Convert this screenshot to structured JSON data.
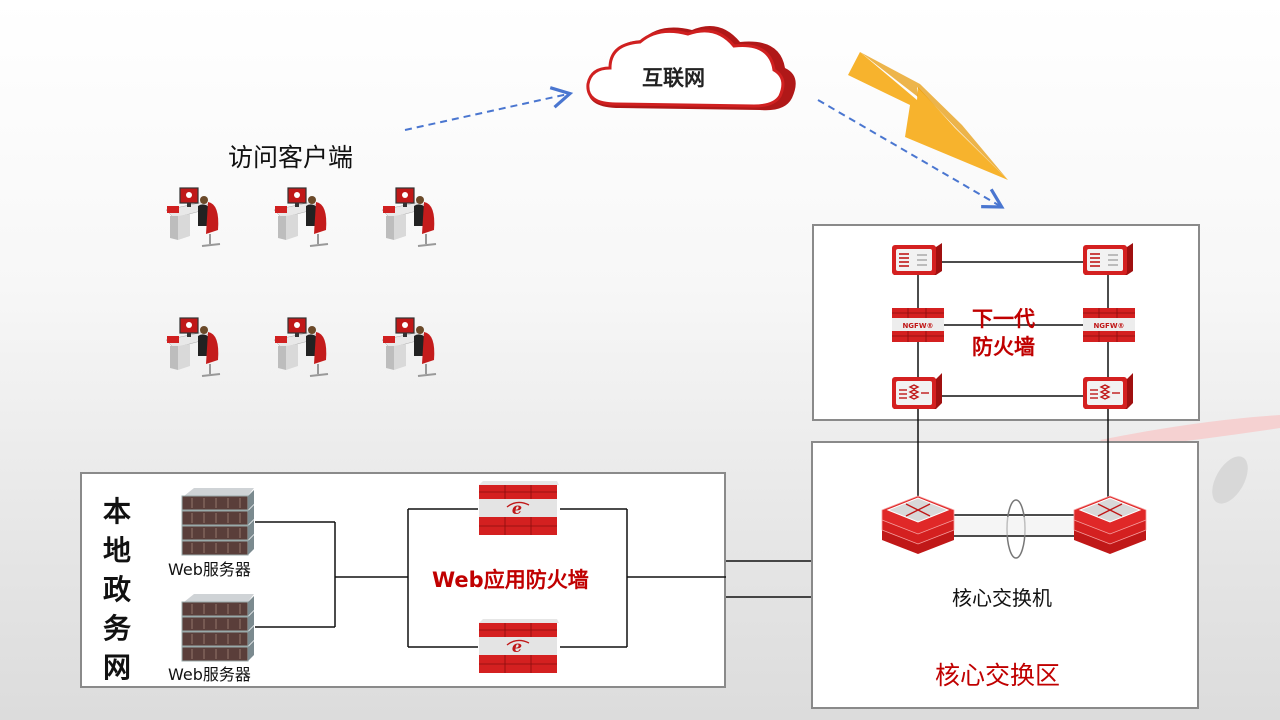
{
  "internet": {
    "label": "互联网",
    "icon": "cloud-icon"
  },
  "clients": {
    "title": "访问客户端",
    "count": 6,
    "icon": "workstation-user-icon"
  },
  "threat": {
    "icon": "lightning-icon",
    "color": "#f5a623"
  },
  "arrows": {
    "color": "#4a76d0",
    "style": "dashed"
  },
  "edge_zone": {
    "label_line1": "下一代",
    "label_line2": "防火墙",
    "devices": [
      {
        "name": "traffic-device",
        "icon": "traffic-shaping-icon"
      },
      {
        "name": "ngfw",
        "icon": "firewall-icon",
        "badge": "NGFW®"
      },
      {
        "name": "load-balancer",
        "icon": "load-balancer-icon"
      }
    ]
  },
  "core_zone": {
    "device_label": "核心交换机",
    "zone_label": "核心交换区",
    "icon": "core-switch-icon"
  },
  "local_net": {
    "title": "本地政务网",
    "title_chars": [
      "本",
      "地",
      "政",
      "务",
      "网"
    ],
    "servers": [
      {
        "label": "Web服务器"
      },
      {
        "label": "Web服务器"
      }
    ],
    "waf_label": "Web应用防火墙",
    "waf_icon": "waf-icon"
  },
  "colors": {
    "accent": "#c00000",
    "box_border": "#8a8a8a"
  }
}
